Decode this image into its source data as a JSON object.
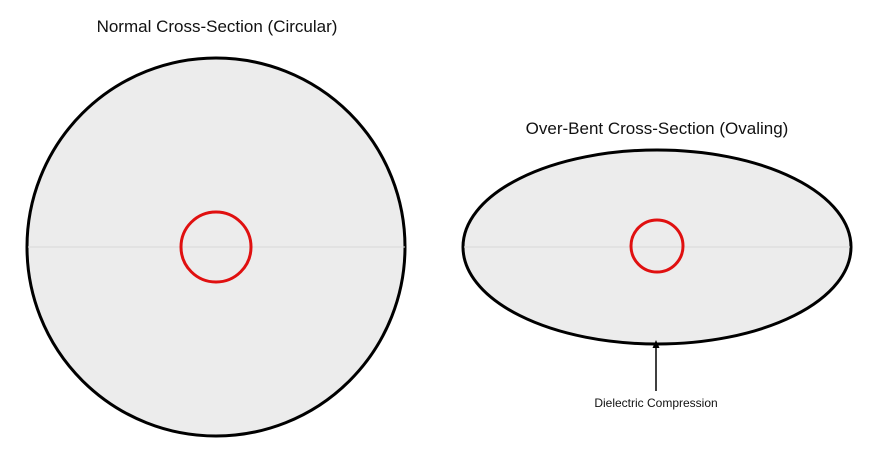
{
  "diagram": {
    "left_title": "Normal Cross-Section (Circular)",
    "right_title": "Over-Bent Cross-Section (Ovaling)",
    "annotation": "Dielectric Compression"
  },
  "colors": {
    "outer_fill": "#ececec",
    "outer_stroke": "#000000",
    "center_line": "#dcdcdc",
    "inner_conductor": "#e01010",
    "arrow": "#000000"
  }
}
